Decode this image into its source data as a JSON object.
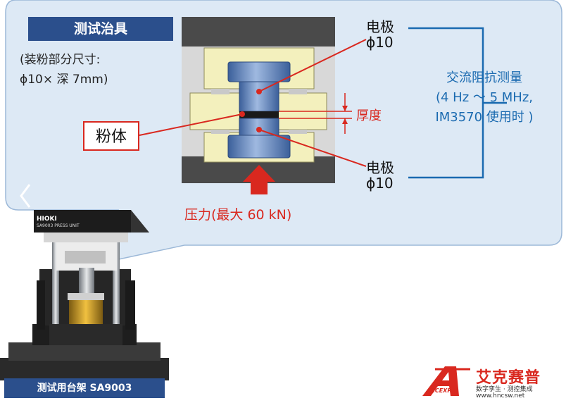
{
  "title": "测试治具",
  "note_line1": "(装粉部分尺寸:",
  "note_line2": "ϕ10× 深 7mm)",
  "electrode_top_line1": "电极",
  "electrode_top_line2": "ϕ10",
  "electrode_bottom_line1": "电极",
  "electrode_bottom_line2": "ϕ10",
  "powder_label": "粉体",
  "thickness_label": "厚度",
  "pressure_label": "压力(最大 60 kN)",
  "impedance_line1": "交流阻抗测量",
  "impedance_line2": "(4 Hz ～ 5 MHz,",
  "impedance_line3": "IM3570 使用时 )",
  "press_brand": "HIOKI",
  "press_model": "SA9003 PRESS UNIT",
  "caption": "测试用台架 SA9003",
  "logo_text": "艾克赛普",
  "logo_sub": "数字孪生 · 测控集成",
  "logo_url": "www.hncsw.net",
  "logo_mark": "ACCEXP",
  "colors": {
    "accent_blue": "#2b4f8c",
    "bracket_blue": "#1a6ab0",
    "red": "#d9281f",
    "bubble_bg": "#dde9f5",
    "fixture_dark": "#4a4a4a",
    "fixture_cream": "#f3f0bd",
    "electrode_blue": "#5b82c2"
  }
}
